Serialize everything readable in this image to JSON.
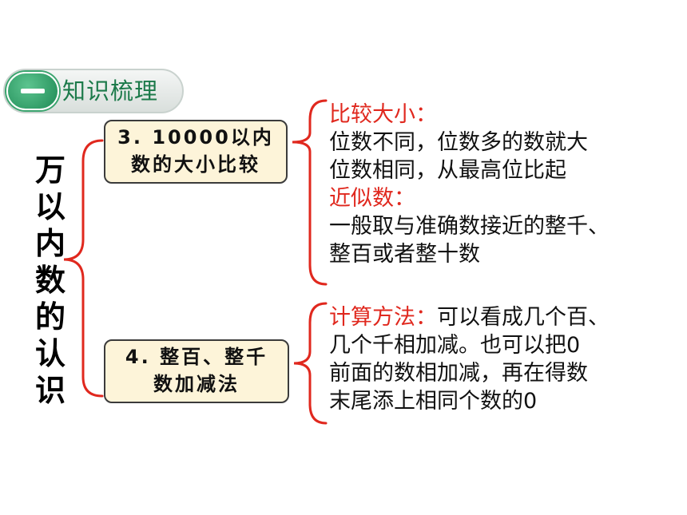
{
  "header": {
    "title": "知识梳理"
  },
  "topic": "万以内数的认识",
  "nodes": [
    {
      "line1": "3. 10000以内",
      "line2": "数的大小比较"
    },
    {
      "line1": "4. 整百、整千",
      "line2": "数加减法"
    }
  ],
  "details": {
    "compare": {
      "heading1": "比较大小：",
      "line1": "位数不同，位数多的数就大",
      "line2": "位数相同，从最高位比起",
      "heading2": "近似数：",
      "line3": "一般取与准确数接近的整千、",
      "line4": "整百或者整十数"
    },
    "calc": {
      "heading": "计算方法：",
      "line1_rest": "可以看成几个百、",
      "line2": "几个千相加减。也可以把0",
      "line3": "前面的数相加减，再在得数",
      "line4": "末尾添上相同个数的0"
    }
  },
  "colors": {
    "brace": "#e0281e",
    "node_fill": "#fdf4d9",
    "accent": "#1c7a4a"
  }
}
